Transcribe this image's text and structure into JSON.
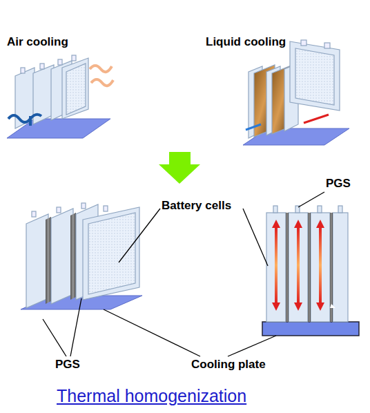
{
  "diagram": {
    "caption": "Thermal homogenization",
    "labels": [
      "Air cooling",
      "Liquid cooling",
      "PGS",
      "Battery cells",
      "PGS",
      "Cooling plate"
    ]
  }
}
